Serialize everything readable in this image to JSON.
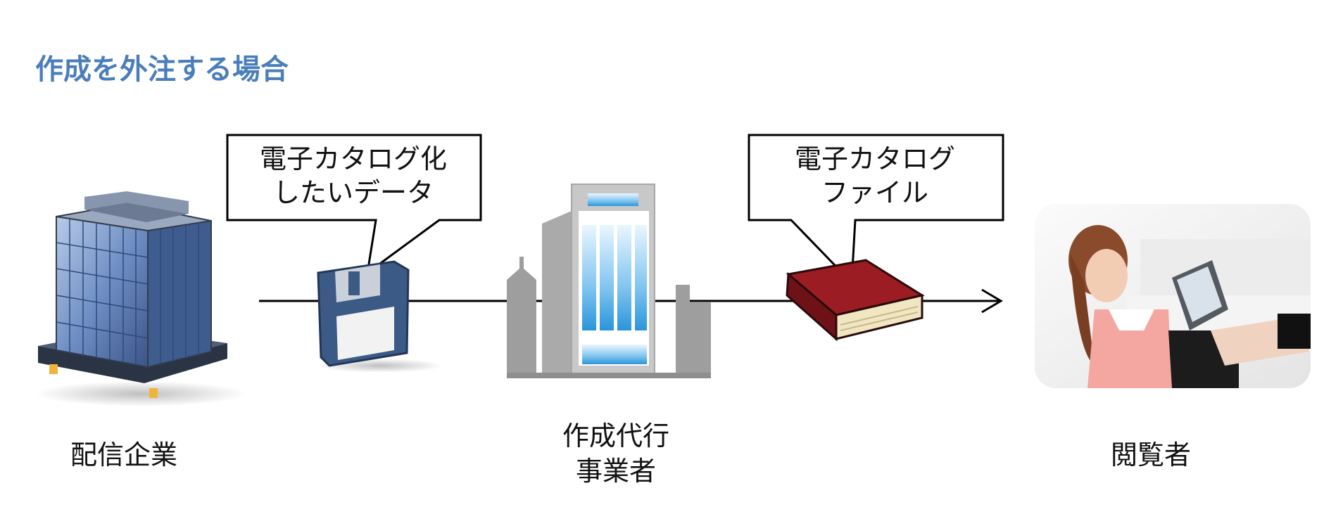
{
  "title": "作成を外注する場合",
  "callouts": {
    "source_data": {
      "line1": "電子カタログ化",
      "line2": "したいデータ"
    },
    "catalog_file": {
      "line1": "電子カタログ",
      "line2": "ファイル"
    }
  },
  "actors": {
    "sender": {
      "label": "配信企業",
      "icon": "office-building-icon"
    },
    "agency": {
      "line1": "作成代行",
      "line2": "事業者",
      "icon": "agency-building-icon"
    },
    "viewer": {
      "label": "閲覧者",
      "icon": "tablet-reader-photo"
    }
  },
  "items": {
    "data": {
      "icon": "floppy-disk-icon"
    },
    "file": {
      "icon": "book-icon"
    }
  },
  "colors": {
    "title": "#4a7ebb",
    "book": "#9b1c22",
    "floppy": "#3c5a86"
  }
}
